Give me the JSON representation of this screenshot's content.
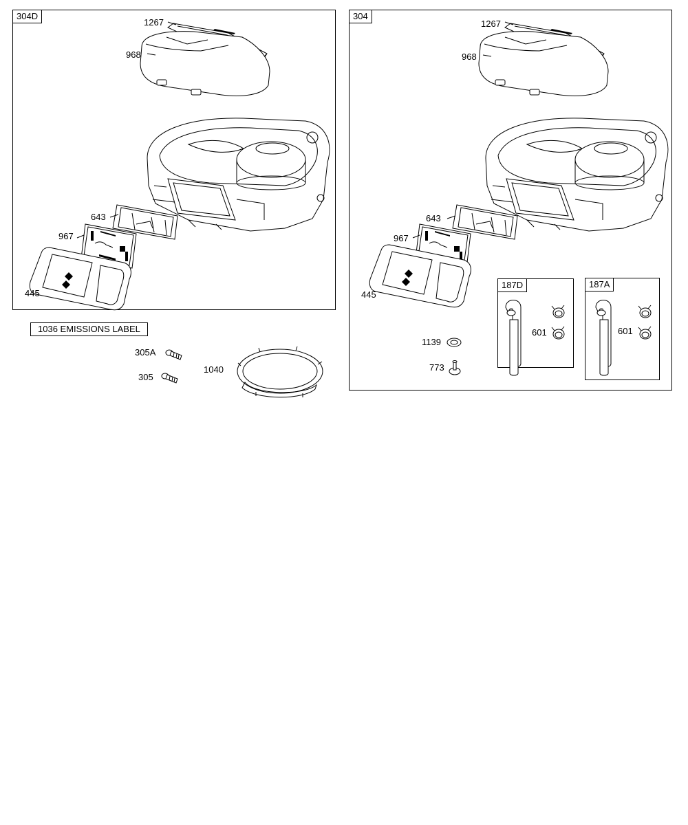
{
  "left_panel": {
    "tag": "304D",
    "labels": {
      "1267": "1267",
      "968": "968",
      "643": "643",
      "967": "967",
      "445": "445"
    }
  },
  "right_panel": {
    "tag": "304",
    "labels": {
      "1267": "1267",
      "968": "968",
      "643": "643",
      "967": "967",
      "445": "445",
      "1139": "1139",
      "773": "773"
    },
    "kit_d": {
      "tag": "187D",
      "label_601": "601"
    },
    "kit_a": {
      "tag": "187A",
      "label_601": "601"
    }
  },
  "extras": {
    "emissions_label": "1036 EMISSIONS LABEL",
    "label_305a": "305A",
    "label_305": "305",
    "label_1040": "1040"
  }
}
